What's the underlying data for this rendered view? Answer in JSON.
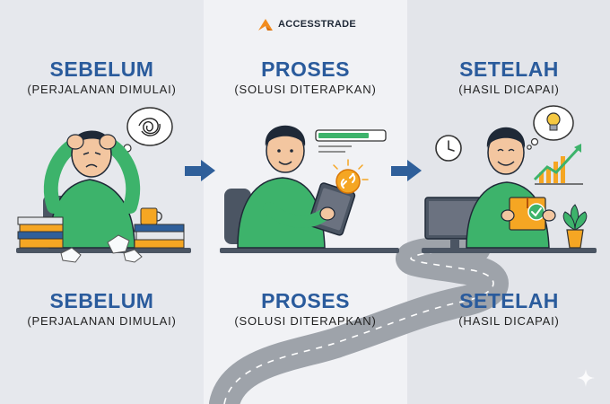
{
  "brand": {
    "name": "ACCESSTRADE",
    "icon": "accesstrade-logo-icon",
    "color": "#f28c1e"
  },
  "stages": [
    {
      "title": "SEBELUM",
      "subtitle": "(PERJALANAN DIMULAI)"
    },
    {
      "title": "PROSES",
      "subtitle": "(SOLUSI DITERAPKAN)"
    },
    {
      "title": "SETELAH",
      "subtitle": "(HASIL DICAPAI)"
    }
  ],
  "colors": {
    "title": "#2a5b9c",
    "shirt": "#3db36b",
    "arrow": "#2f5f9a",
    "accent": "#f5a623"
  }
}
